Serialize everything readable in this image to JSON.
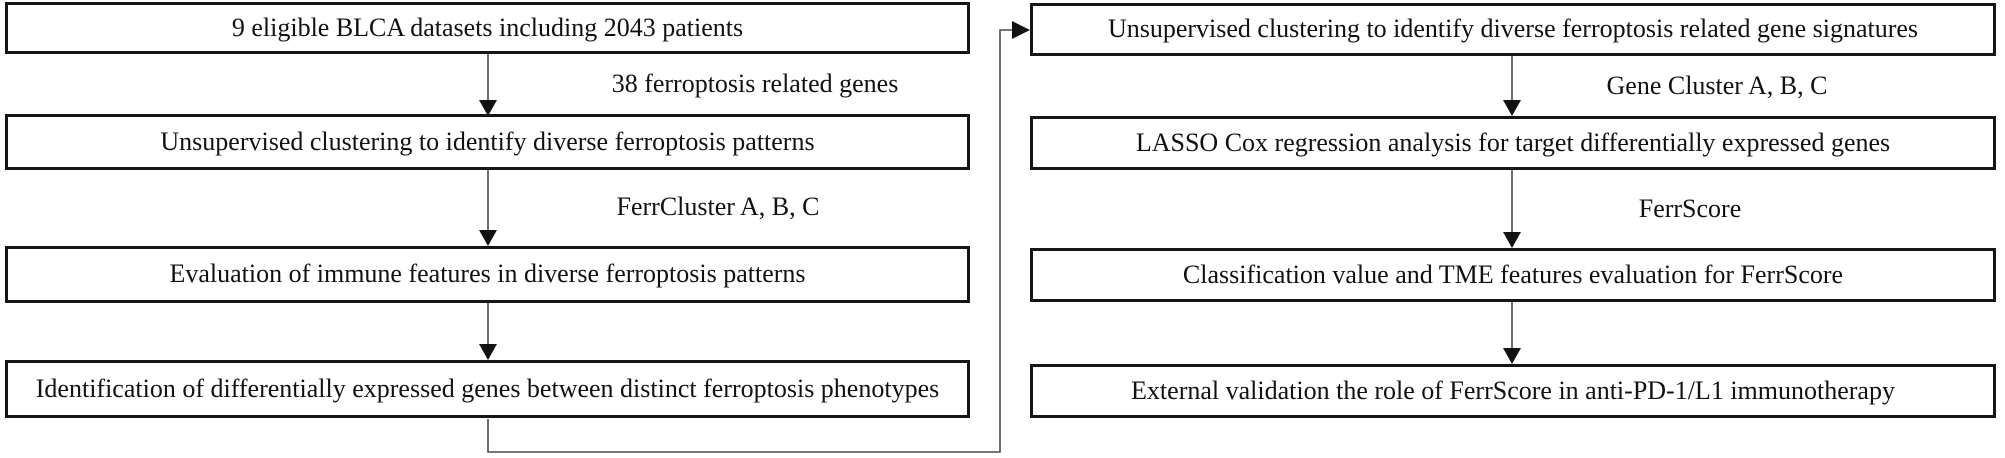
{
  "figure": {
    "type": "flowchart",
    "columns": {
      "left": {
        "boxes": [
          "9 eligible BLCA datasets including 2043 patients",
          "Unsupervised clustering to identify diverse ferroptosis patterns",
          "Evaluation of immune features in diverse ferroptosis patterns",
          "Identification of differentially expressed genes between distinct ferroptosis phenotypes"
        ],
        "arrow_labels": [
          "38 ferroptosis related genes",
          "FerrCluster A, B, C"
        ]
      },
      "right": {
        "boxes": [
          "Unsupervised clustering to identify diverse ferroptosis related gene signatures",
          "LASSO Cox regression analysis for target differentially expressed genes",
          "Classification value and TME features evaluation for FerrScore",
          "External validation the role of FerrScore in anti-PD-1/L1 immunotherapy"
        ],
        "arrow_labels": [
          "Gene Cluster A, B, C",
          "FerrScore"
        ]
      }
    },
    "connector": {
      "from": "bottom of left column last box",
      "to": "left side of right column first box"
    },
    "colors": {
      "background": "#ffffff",
      "box_border": "#161616",
      "text": "#111111",
      "line": "#4a4a4a",
      "arrowhead": "#111111"
    }
  }
}
